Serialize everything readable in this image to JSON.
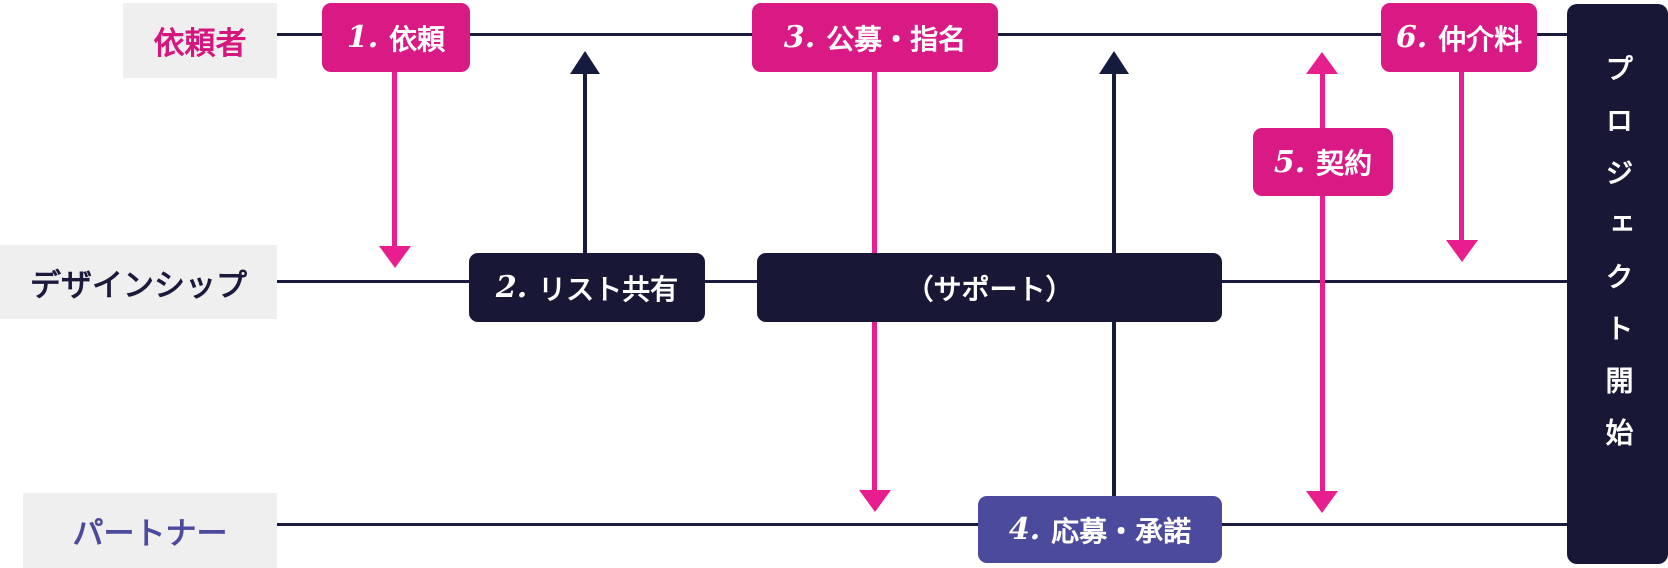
{
  "colors": {
    "pink_box": "#d91a85",
    "pink_arrow": "#e81e8e",
    "navy_box": "#181735",
    "navy_arrow": "#151b3e",
    "lane_line": "#1b1a3f",
    "purple_box": "#4c4a9c",
    "label_bg": "#f0eff0",
    "client_text": "#d4177c",
    "designship_text": "#1b1a3c",
    "partner_text": "#4c4a9c"
  },
  "lanes": [
    {
      "label": "依頼者"
    },
    {
      "label": "デザインシップ"
    },
    {
      "label": "パートナー"
    }
  ],
  "steps": [
    {
      "num": "1.",
      "label": "依頼"
    },
    {
      "num": "2.",
      "label": "リスト共有"
    },
    {
      "num": "3.",
      "label": "公募・指名"
    },
    {
      "num": "4.",
      "label": "応募・承諾"
    },
    {
      "num": "5.",
      "label": "契約"
    },
    {
      "num": "6.",
      "label": "仲介料"
    }
  ],
  "support": {
    "label": "（サポート）"
  },
  "goal": {
    "label": "プロジェクト開始"
  }
}
